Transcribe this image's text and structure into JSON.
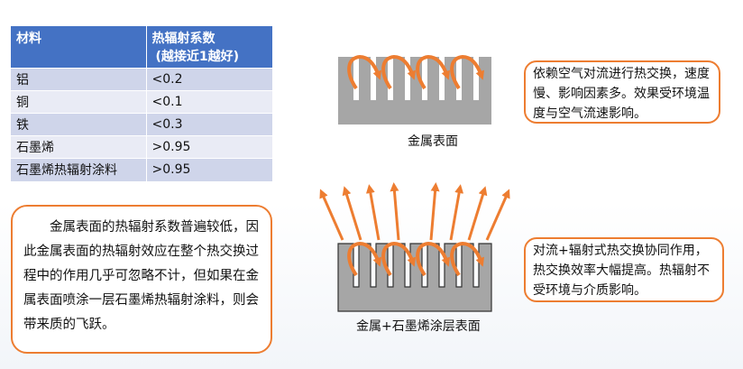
{
  "table": {
    "headers": [
      "材料",
      "热辐射系数",
      "(越接近1越好)"
    ],
    "rows": [
      [
        "铝",
        "<0.2"
      ],
      [
        "铜",
        "<0.1"
      ],
      [
        "铁",
        "<0.3"
      ],
      [
        "石墨烯",
        ">0.95"
      ],
      [
        "石墨烯热辐射涂料",
        ">0.95"
      ]
    ]
  },
  "notes": {
    "convection": "依赖空气对流进行热交换，速度慢、影响因素多。效果受环境温度与空气流速影响。",
    "combined": "对流+辐射式热交换协同作用，热交换效率大幅提高。热辐射不受环境与介质影响。",
    "summary": "金属表面的热辐射系数普遍较低，因此金属表面的热辐射效应在整个热交换过程中的作用几乎可忽略不计，但如果在金属表面喷涂一层石墨烯热辐射涂料，则会带来质的飞跃。"
  },
  "captions": {
    "metal": "金属表面",
    "coated": "金属+石墨烯涂层表面"
  },
  "colors": {
    "header_blue": "#4472c4",
    "accent_orange": "#ed7d31",
    "fin_gray": "#a6a6a6"
  }
}
